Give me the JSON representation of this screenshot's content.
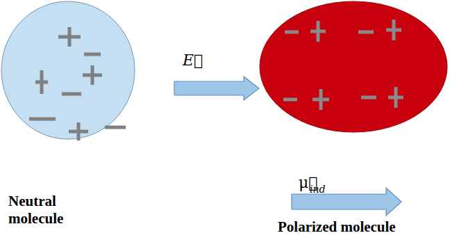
{
  "diagram": {
    "nodes": [
      {
        "text": [
          "Neutral molecule"
        ]
      },
      {
        "text": [
          "Polarized molecule"
        ]
      }
    ],
    "edges": [
      {
        "from": 0,
        "to": 1,
        "arrow": "to",
        "label": "E⃗"
      }
    ],
    "labels": [
      "μ⃗",
      "ind"
    ]
  }
}
